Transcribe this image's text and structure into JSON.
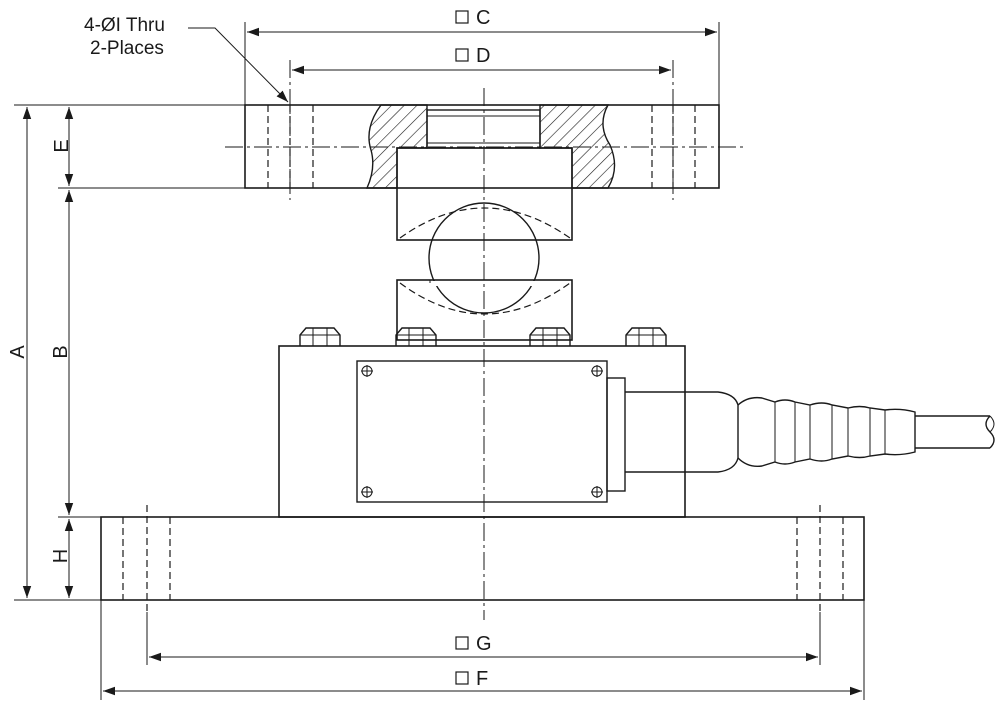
{
  "dimensions": {
    "A": "A",
    "B": "B",
    "C": "C",
    "D": "D",
    "E": "E",
    "F": "F",
    "G": "G",
    "H": "H"
  },
  "callout": {
    "line1": "4-ØI Thru",
    "line2": "2-Places"
  },
  "colors": {
    "line": "#1a1a1a",
    "background": "#ffffff"
  }
}
